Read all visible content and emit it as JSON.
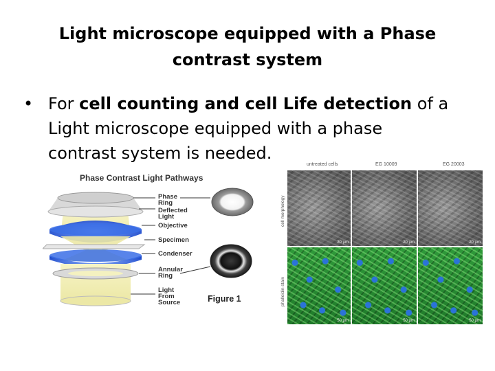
{
  "slide": {
    "title_line1": "Light microscope equipped with a Phase",
    "title_line2": "contrast system",
    "bullet": {
      "marker": "•",
      "pre": "For ",
      "bold": "cell counting and cell Life detection",
      "post": " of a",
      "line2": "Light microscope equipped with a phase",
      "line3": "contrast system is needed."
    }
  },
  "figure1": {
    "title": "Phase Contrast Light Pathways",
    "caption": "Figure 1",
    "labels": {
      "phase_ring_1": "Phase",
      "phase_ring_2": "Ring",
      "deflected_1": "Deflected",
      "deflected_2": "Light",
      "objective": "Objective",
      "specimen": "Specimen",
      "condenser": "Condenser",
      "annular_1": "Annular",
      "annular_2": "Ring",
      "source_1": "Light",
      "source_2": "From",
      "source_3": "Source"
    }
  },
  "figure2": {
    "columns": [
      "untreated cells",
      "EG 10009",
      "EG 20003"
    ],
    "rows": [
      "cell morphology",
      "phalloidin stain"
    ],
    "scale_top": [
      "20 µm",
      "20 µm",
      "20 µm"
    ],
    "scale_bottom": [
      "50 µm",
      "50 µm",
      "50 µm"
    ]
  }
}
